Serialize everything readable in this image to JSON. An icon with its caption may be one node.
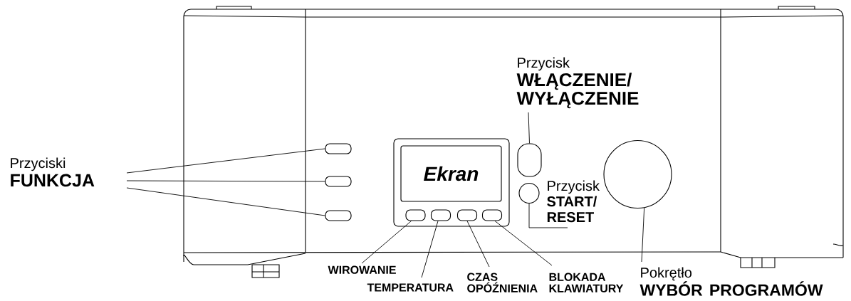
{
  "diagram": {
    "nodes": [
      {
        "text": [
          "Przyciski",
          "FUNKCJA"
        ]
      },
      {
        "text": [],
        "shape": "box"
      },
      {
        "text": [],
        "shape": "box"
      },
      {
        "text": [],
        "shape": "box"
      },
      {
        "text": [
          "Ekran"
        ]
      },
      {
        "text": [],
        "shape": "box"
      },
      {
        "text": [],
        "shape": "box"
      },
      {
        "text": [],
        "shape": "box"
      },
      {
        "text": [],
        "shape": "box"
      },
      {
        "text": [
          "WIROWANIE"
        ]
      },
      {
        "text": [
          "TEMPERATURA"
        ]
      },
      {
        "text": [
          "CZAS OPÓŹNIENIA"
        ]
      },
      {
        "text": [
          "BLOKADA KLAWIATURY"
        ]
      },
      {
        "text": [
          "Przycisk",
          "WŁĄCZENIE/ WYŁĄCZENIE"
        ]
      },
      {
        "text": [],
        "shape": "box"
      },
      {
        "text": [
          "Przycisk",
          "START/ RESET"
        ]
      },
      {
        "text": [],
        "shape": "circle"
      },
      {
        "text": [
          "Pokrętło",
          "WYBÓR PROGRAMÓW"
        ]
      },
      {
        "text": [],
        "shape": "circle"
      }
    ],
    "edges": [
      {
        "from": 0,
        "to": 1,
        "arrow": "none"
      },
      {
        "from": 0,
        "to": 2,
        "arrow": "none"
      },
      {
        "from": 0,
        "to": 3,
        "arrow": "none"
      },
      {
        "from": 9,
        "to": 5,
        "arrow": "none"
      },
      {
        "from": 10,
        "to": 6,
        "arrow": "none"
      },
      {
        "from": 11,
        "to": 7,
        "arrow": "none"
      },
      {
        "from": 12,
        "to": 8,
        "arrow": "none"
      },
      {
        "from": 13,
        "to": 14,
        "arrow": "none"
      },
      {
        "from": 15,
        "to": 16,
        "arrow": "none"
      },
      {
        "from": 17,
        "to": 18,
        "arrow": "none"
      }
    ]
  }
}
